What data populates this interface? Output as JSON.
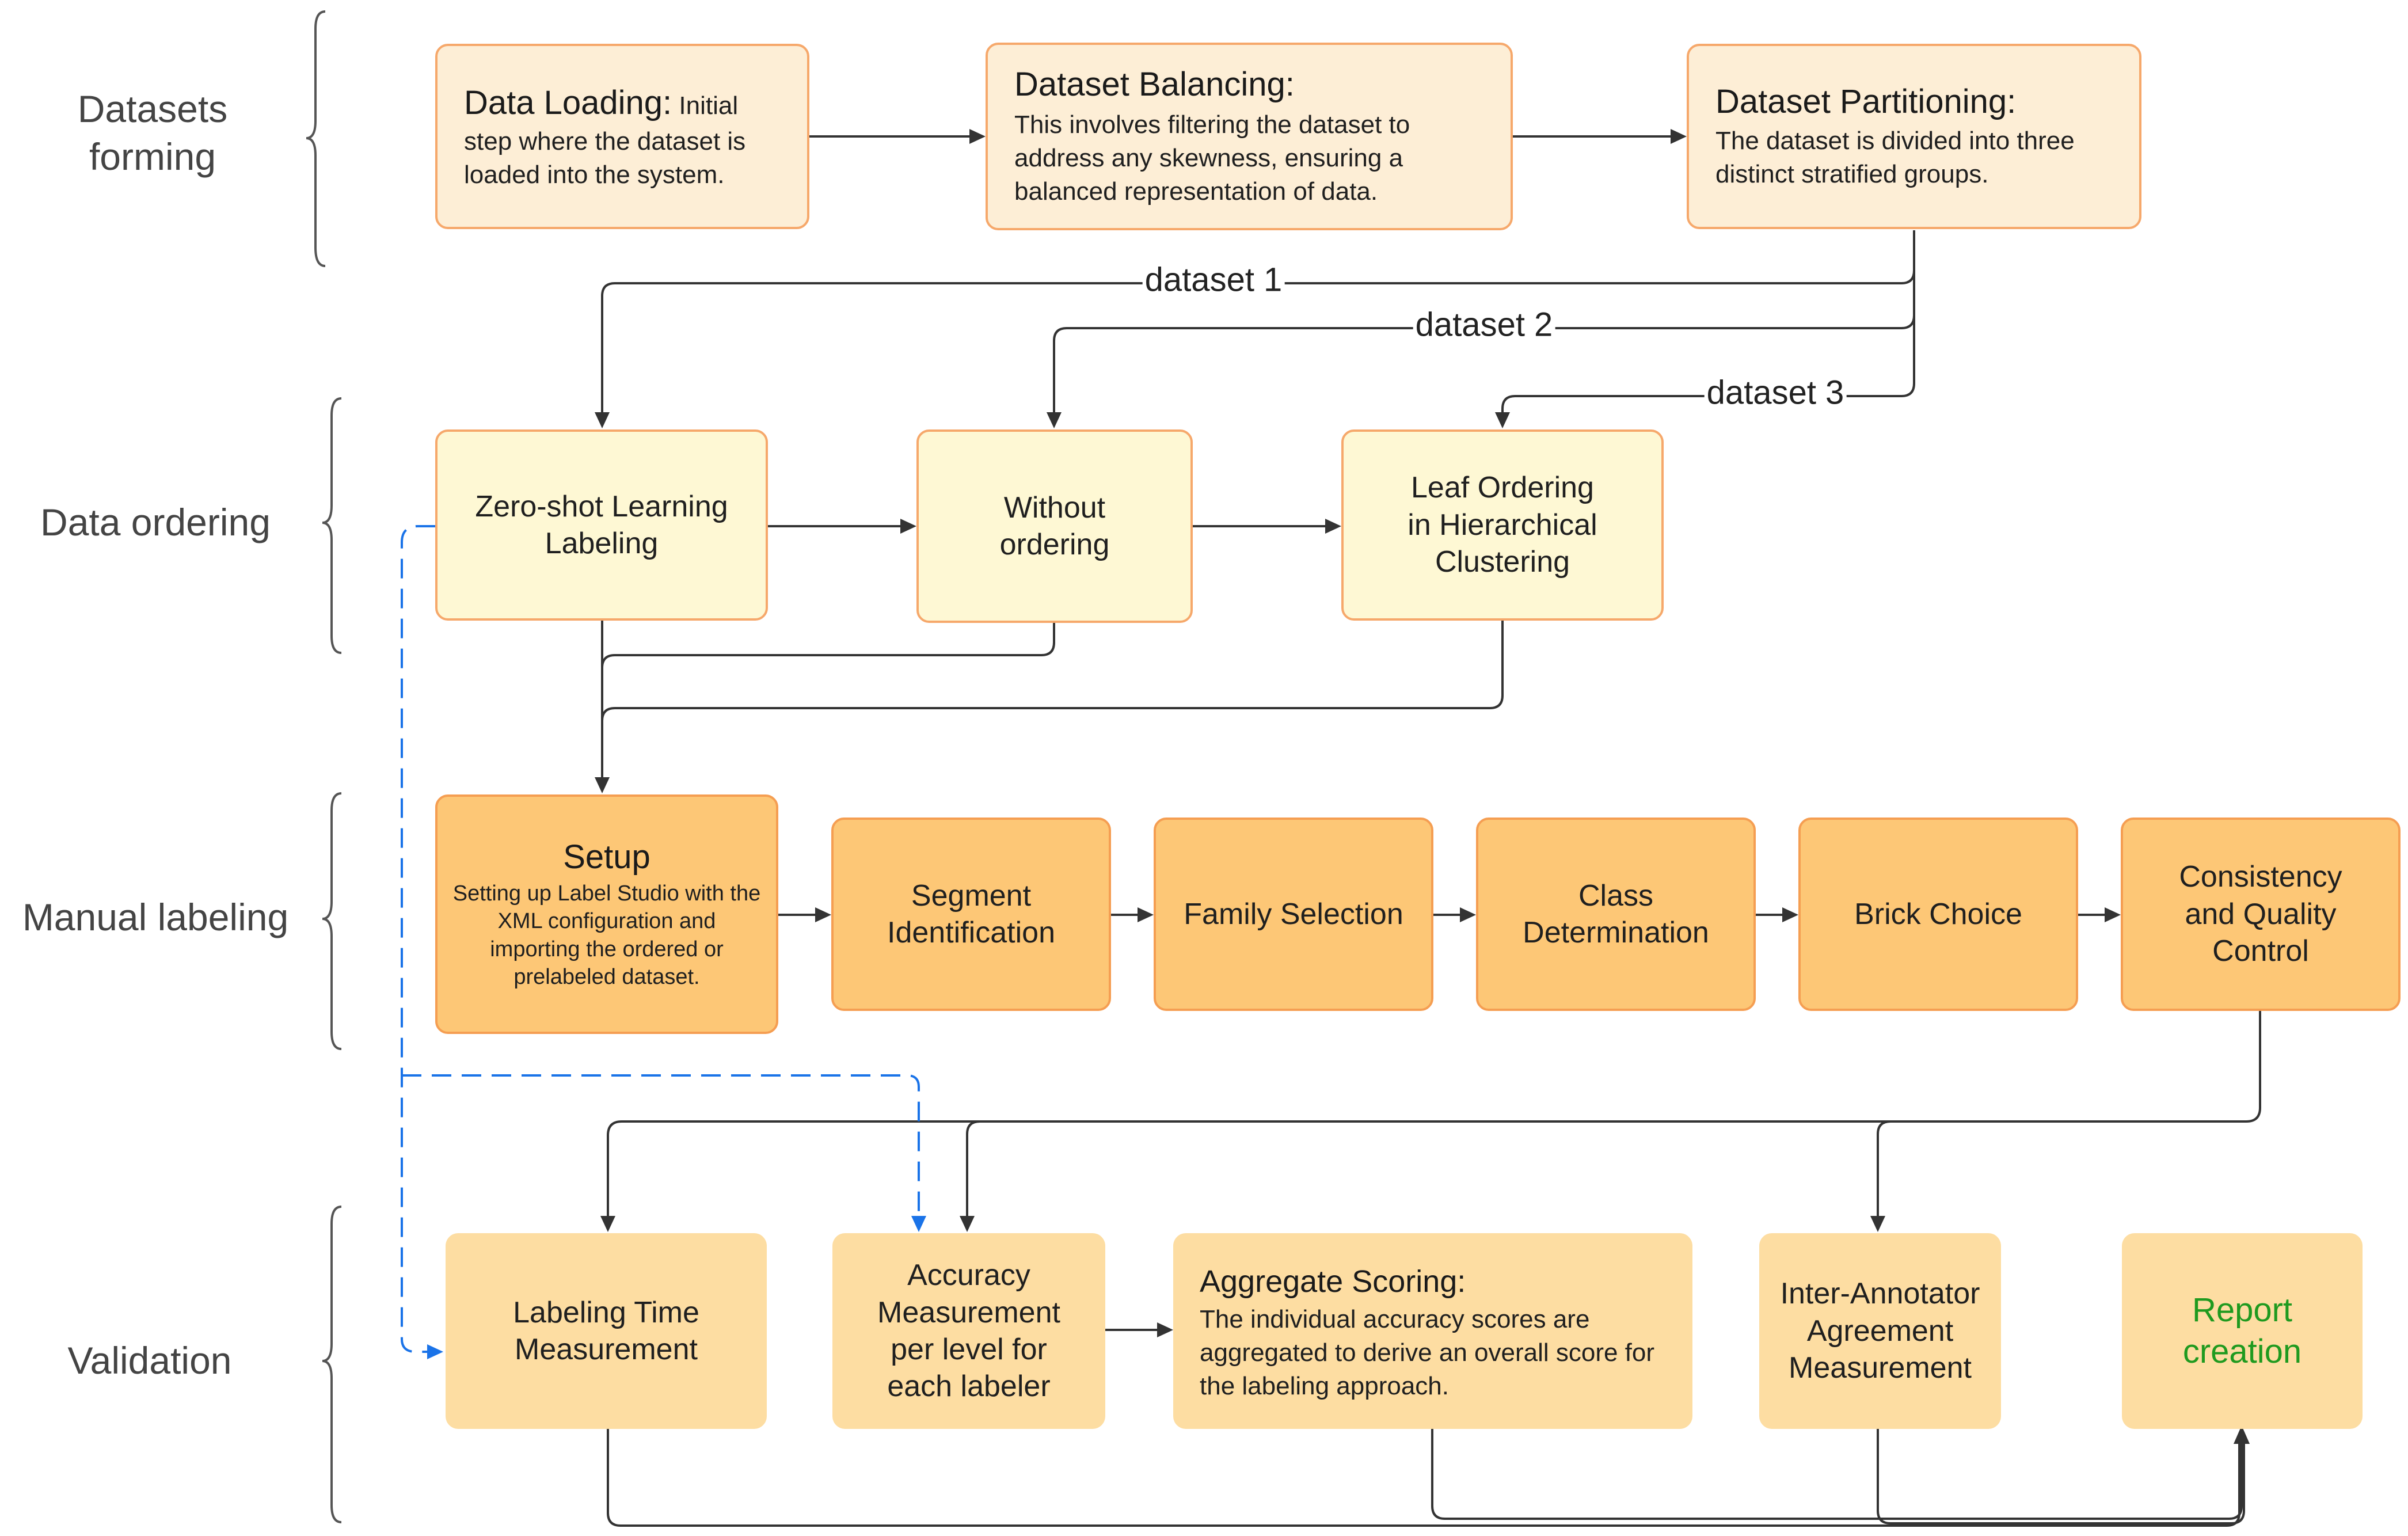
{
  "phases": {
    "datasets_forming": "Datasets\nforming",
    "data_ordering": "Data ordering",
    "manual_labeling": "Manual labeling",
    "validation": "Validation"
  },
  "nodes": {
    "data_loading": {
      "title": "Data Loading:",
      "text": "Initial step where the dataset is loaded into the system."
    },
    "dataset_balancing": {
      "title": "Dataset Balancing:",
      "text": "This involves filtering the dataset to address any skewness, ensuring a balanced representation of data."
    },
    "dataset_partitioning": {
      "title": "Dataset Partitioning:",
      "text": "The dataset is divided into three distinct  stratified groups."
    },
    "zero_shot": {
      "label": "Zero-shot Learning\nLabeling"
    },
    "without_ordering": {
      "label": "Without\nordering"
    },
    "leaf_ordering": {
      "label": "Leaf Ordering\nin Hierarchical\nClustering"
    },
    "setup": {
      "title": "Setup",
      "text": "Setting up Label Studio with the XML configuration and importing the ordered or prelabeled dataset."
    },
    "segment_identification": {
      "label": "Segment\nIdentification"
    },
    "family_selection": {
      "label": "Family Selection"
    },
    "class_determination": {
      "label": "Class\nDetermination"
    },
    "brick_choice": {
      "label": "Brick Choice"
    },
    "consistency_quality": {
      "label": "Consistency\nand Quality\nControl"
    },
    "labeling_time": {
      "label": "Labeling Time\nMeasurement"
    },
    "accuracy_measurement": {
      "label": "Accuracy\nMeasurement\nper level for\neach labeler"
    },
    "aggregate_scoring": {
      "title": "Aggregate Scoring:",
      "text": "The individual accuracy scores are aggregated to derive an overall score for the labeling approach."
    },
    "inter_annotator": {
      "label": "Inter-Annotator\nAgreement\nMeasurement"
    },
    "report_creation": {
      "label": "Report\ncreation"
    }
  },
  "edge_labels": {
    "dataset1": "dataset 1",
    "dataset2": "dataset 2",
    "dataset3": "dataset 3"
  },
  "colors": {
    "light_box": "#FDEED6",
    "yellow_box": "#FEF8D4",
    "orange_box": "#FDC776",
    "peach_box": "#FDDDA2",
    "border": "#F6A86B",
    "arrow": "#333333",
    "dashed_arrow": "#1A73E8",
    "report_text": "#1F9A1F"
  }
}
